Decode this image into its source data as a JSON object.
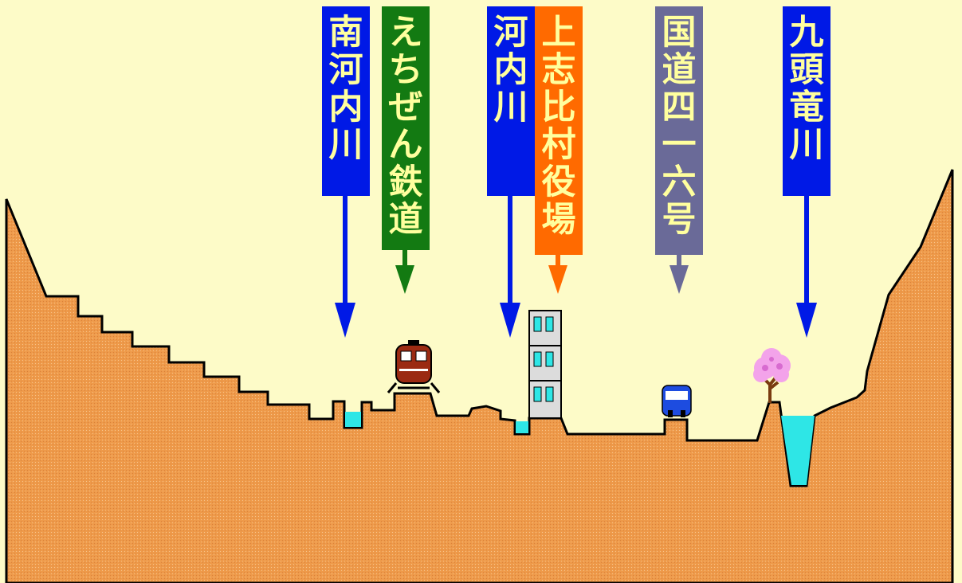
{
  "labels": [
    {
      "key": "minami-kochi",
      "text": "南河内川",
      "bg": "#0019e6",
      "fg": "#ffff9e",
      "arrow": "#0019e6"
    },
    {
      "key": "echizen",
      "text": "えちぜん鉄道",
      "bg": "#137a12",
      "fg": "#ffff9e",
      "arrow": "#137a12"
    },
    {
      "key": "kochi",
      "text": "河内川",
      "bg": "#0019e6",
      "fg": "#ffff9e",
      "arrow": "#0019e6"
    },
    {
      "key": "village",
      "text": "上志比村役場",
      "bg": "#ff6a00",
      "fg": "#ffff9e",
      "arrow": "#ff6a00"
    },
    {
      "key": "route416",
      "text": "国道四一六号",
      "bg": "#6a6a98",
      "fg": "#ffff9e",
      "arrow": "#6a6a98"
    },
    {
      "key": "kuzuryu",
      "text": "九頭竜川",
      "bg": "#0019e6",
      "fg": "#ffff9e",
      "arrow": "#0019e6"
    }
  ],
  "colors": {
    "sky": "#fdfbc8",
    "ground": "#ee9a4a",
    "water": "#2ee6e6"
  }
}
